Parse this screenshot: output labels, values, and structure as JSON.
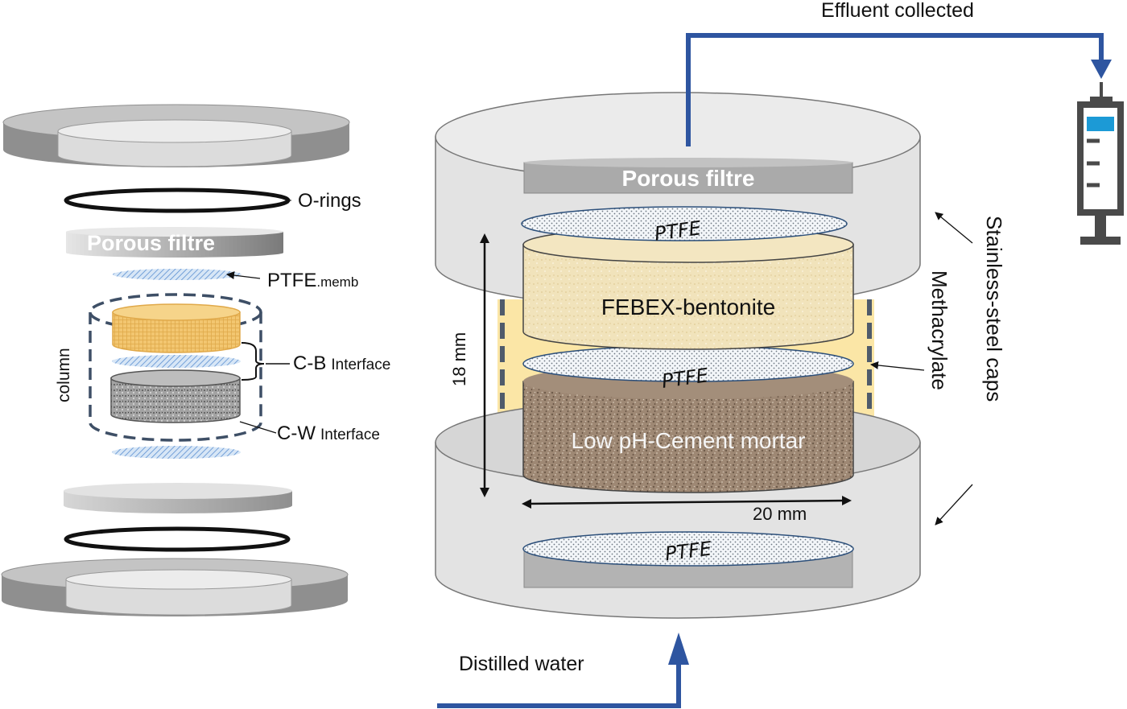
{
  "labels": {
    "effluent": "Effluent collected",
    "distilled": "Distilled water",
    "porous_filter_right": "Porous filtre",
    "porous_filter_left": "Porous filtre",
    "ptfe_top": "PTFE",
    "ptfe_mid": "PTFE",
    "ptfe_bottom": "PTFE",
    "febex": "FEBEX-bentonite",
    "mortar": "Low pH-Cement mortar",
    "height": "18 mm",
    "diameter": "20 mm",
    "caps": "Stainless-steel caps",
    "methacrylate": "Methacrylate",
    "o_rings": "O-rings",
    "ptfe_memb_main": "PTFE",
    "ptfe_memb_sub": ".memb",
    "column": "column",
    "cb_main": "C-B",
    "cb_sub": "Interface",
    "cw_main": "C-W",
    "cw_sub": "Interface"
  },
  "colors": {
    "flow_arrow": "#2e55a0",
    "steel": "#d9d9d9",
    "steel_dark": "#a6a6a6",
    "bentonite": "#efdfb3",
    "bentonite_exploded": "#f2c670",
    "mortar": "#9a8470",
    "methacrylate": "#fbe6a6",
    "ptfe_fill": "#e8eef5",
    "ptfe_hatch": "#5b8fd1",
    "syringe": "#4a4a4a",
    "syringe_plunger_tip": "#1c9ad6"
  }
}
